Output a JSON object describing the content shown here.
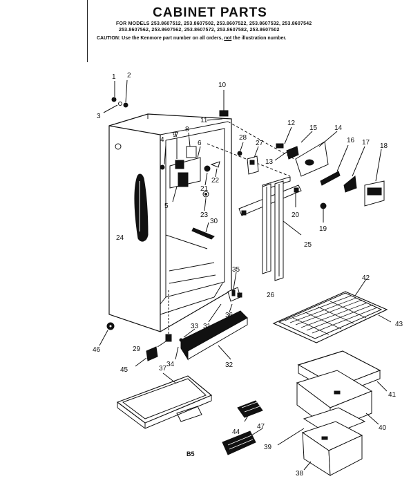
{
  "header": {
    "title": "CABINET PARTS",
    "models_line1": "FOR MODELS 253.8607512, 253.8607502, 253.8607522, 253.8607532, 253.8607542",
    "models_line2": "253.8607562, 253.8607562, 253.8607572, 253.8607582, 253.8607502",
    "caution_prefix": "CAUTION: Use the Kenmore part number on all orders,",
    "caution_not": "not",
    "caution_suffix": "the illustration number."
  },
  "page_code": "B5",
  "callouts": [
    "1",
    "2",
    "3",
    "4",
    "5",
    "6",
    "7",
    "8",
    "9",
    "10",
    "11",
    "12",
    "13",
    "14",
    "15",
    "16",
    "17",
    "18",
    "19",
    "20",
    "21",
    "22",
    "23",
    "24",
    "25",
    "26",
    "27",
    "28",
    "29",
    "30",
    "31",
    "32",
    "33",
    "34",
    "35",
    "36",
    "37",
    "38",
    "39",
    "40",
    "41",
    "42",
    "43",
    "44",
    "45",
    "46",
    "47"
  ]
}
